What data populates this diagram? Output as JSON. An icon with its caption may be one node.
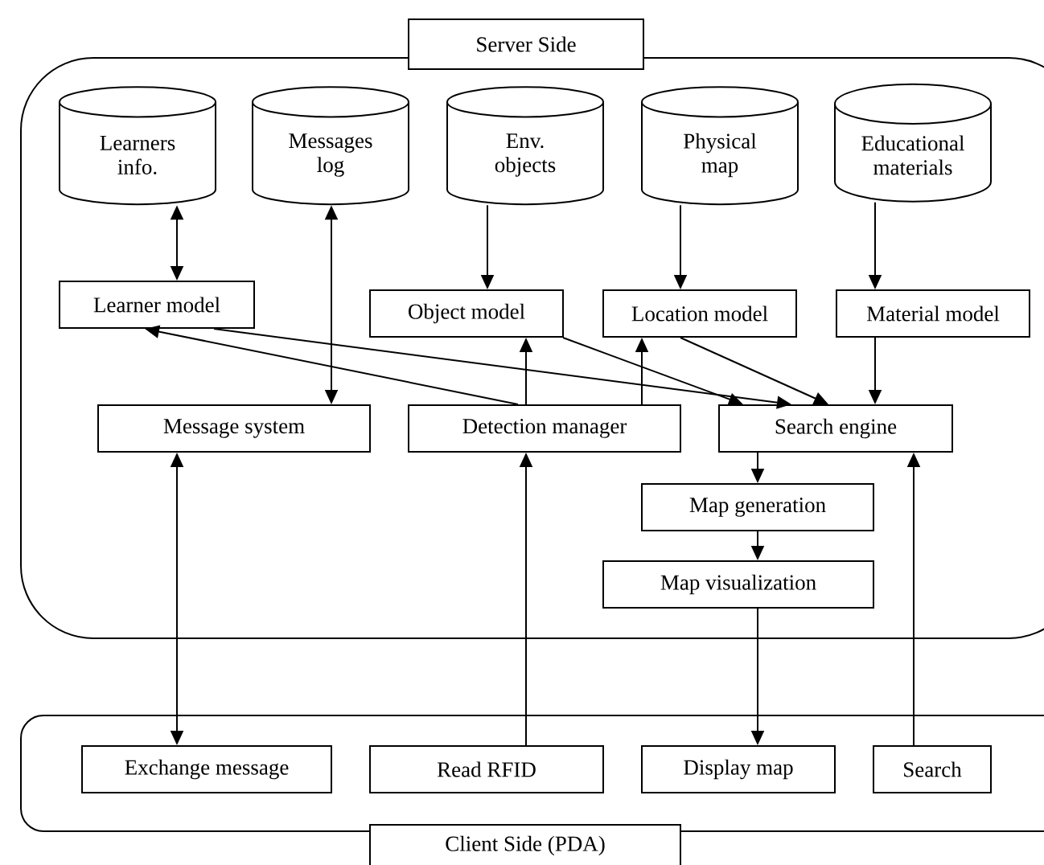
{
  "diagram": {
    "nodes": [
      {
        "text": [
          "Server Side"
        ]
      },
      {
        "text": [],
        "shape": "box"
      },
      {
        "text": [
          "Learners info."
        ],
        "in": 1
      },
      {
        "text": [
          "Messages log"
        ],
        "in": 1
      },
      {
        "text": [
          "Env. objects"
        ],
        "in": 1
      },
      {
        "text": [
          "Physical map"
        ],
        "in": 1
      },
      {
        "text": [
          "Educational materials"
        ],
        "in": 1
      },
      {
        "text": [
          "Learner model"
        ],
        "in": 1
      },
      {
        "text": [
          "Object model"
        ],
        "in": 1
      },
      {
        "text": [
          "Location model"
        ],
        "in": 1
      },
      {
        "text": [
          "Material model"
        ],
        "in": 1
      },
      {
        "text": [
          "Message system"
        ],
        "in": 1
      },
      {
        "text": [
          "Detection manager"
        ],
        "in": 1
      },
      {
        "text": [
          "Search engine"
        ],
        "in": 1
      },
      {
        "text": [
          "Map generation"
        ],
        "in": 1
      },
      {
        "text": [
          "Map visualization"
        ],
        "in": 1
      },
      {
        "text": [],
        "shape": "box"
      },
      {
        "text": [
          "Exchange message"
        ],
        "in": 16
      },
      {
        "text": [
          "Read RFID"
        ],
        "in": 16
      },
      {
        "text": [
          "Display map"
        ],
        "in": 16
      },
      {
        "text": [
          "Search"
        ],
        "in": 16
      },
      {
        "text": [
          "Client Side (PDA)"
        ]
      }
    ],
    "edges": [
      {
        "from": 2,
        "to": 7,
        "arrow": "both"
      },
      {
        "from": 11,
        "to": 3,
        "arrow": "both"
      },
      {
        "from": 4,
        "to": 8,
        "arrow": "to"
      },
      {
        "from": 5,
        "to": 9,
        "arrow": "to"
      },
      {
        "from": 6,
        "to": 10,
        "arrow": "to"
      },
      {
        "from": 12,
        "to": 7,
        "arrow": "to"
      },
      {
        "from": 7,
        "to": 13,
        "arrow": "to"
      },
      {
        "from": 8,
        "to": 13,
        "arrow": "to"
      },
      {
        "from": 9,
        "to": 13,
        "arrow": "to"
      },
      {
        "from": 10,
        "to": 13,
        "arrow": "to"
      },
      {
        "from": 12,
        "to": 8,
        "arrow": "to"
      },
      {
        "from": 12,
        "to": 9,
        "arrow": "to"
      },
      {
        "from": 13,
        "to": 14,
        "arrow": "to"
      },
      {
        "from": 14,
        "to": 15,
        "arrow": "to"
      },
      {
        "from": 11,
        "to": 17,
        "arrow": "both"
      },
      {
        "from": 18,
        "to": 12,
        "arrow": "to"
      },
      {
        "from": 15,
        "to": 19,
        "arrow": "to"
      },
      {
        "from": 20,
        "to": 13,
        "arrow": "to"
      }
    ]
  }
}
